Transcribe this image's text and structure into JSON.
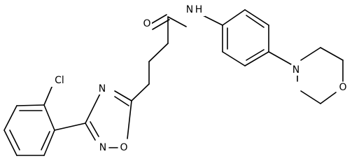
{
  "molecule": {
    "atoms": {
      "O_carbonyl": "O",
      "N_amide": "N",
      "H_amide": "H",
      "Cl": "Cl",
      "N_ring_top": "N",
      "N_ring_bottom": "N",
      "O_ring": "O",
      "N_morpholine": "N",
      "O_morpholine": "O"
    }
  }
}
